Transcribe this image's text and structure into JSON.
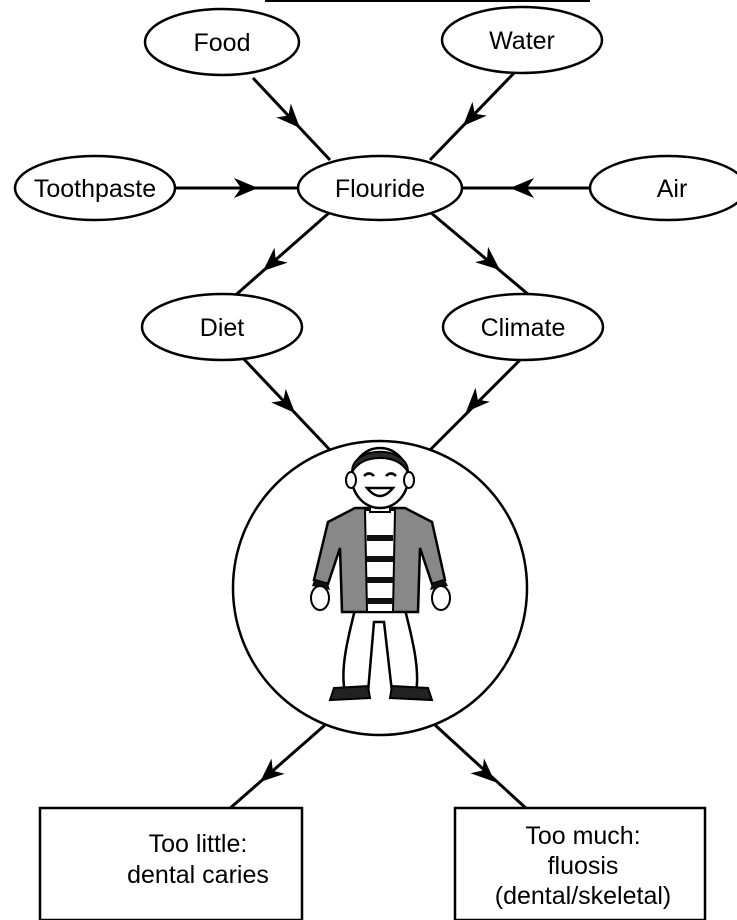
{
  "diagram": {
    "top_caption_fragment": "",
    "nodes": {
      "food": "Food",
      "water": "Water",
      "toothpaste": "Toothpaste",
      "flouride": "Flouride",
      "air": "Air",
      "diet": "Diet",
      "climate": "Climate",
      "outcome_low": [
        "Too little:",
        "dental caries"
      ],
      "outcome_high": [
        "Too much:",
        "fluosis",
        "(dental/skeletal)"
      ]
    },
    "person": {
      "icon": "person-figure-icon",
      "colors": {
        "jacket": "#888888",
        "hair": "#2a2a2a",
        "outline": "#000000"
      }
    }
  }
}
